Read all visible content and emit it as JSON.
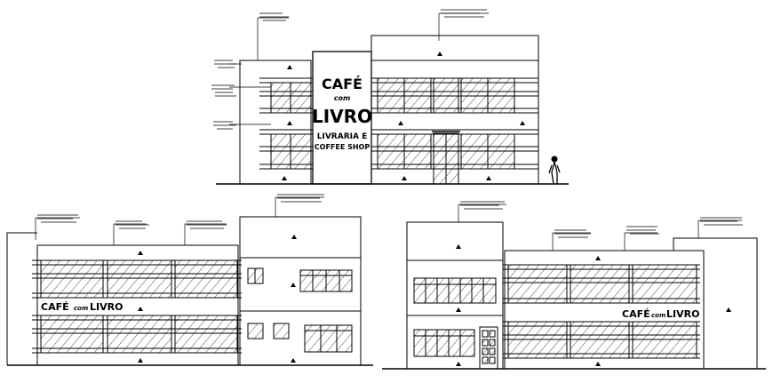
{
  "elevations": [
    {
      "id": "front",
      "sign": {
        "line1": "CAFÉ",
        "line2": "com",
        "line3": "LIVRO",
        "line4": "LIVRARIA E",
        "line5": "COFFEE SHOP"
      }
    },
    {
      "id": "left-side",
      "sign": {
        "word1": "CAFÉ",
        "word2": "com",
        "word3": "LIVRO"
      }
    },
    {
      "id": "right-side",
      "sign": {
        "word1": "CAFÉ",
        "word2": "com",
        "word3": "LIVRO"
      }
    }
  ],
  "colors": {
    "line": "#000000",
    "background": "#ffffff"
  }
}
